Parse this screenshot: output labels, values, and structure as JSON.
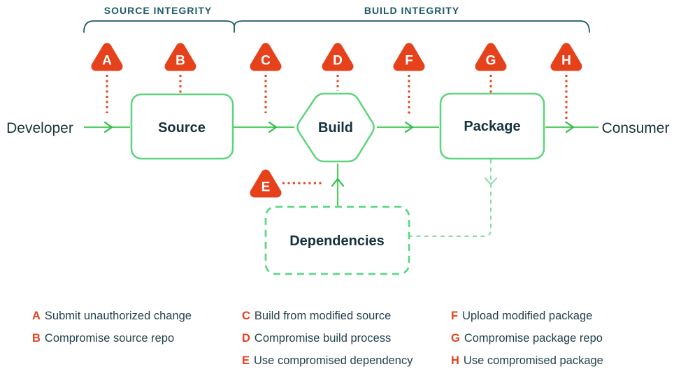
{
  "header": {
    "source_integrity": "SOURCE INTEGRITY",
    "build_integrity": "BUILD INTEGRITY"
  },
  "flow": {
    "developer": "Developer",
    "source": "Source",
    "build": "Build",
    "package": "Package",
    "consumer": "Consumer",
    "dependencies": "Dependencies"
  },
  "threats": [
    {
      "letter": "A",
      "description": "Submit unauthorized change"
    },
    {
      "letter": "B",
      "description": "Compromise source repo"
    },
    {
      "letter": "C",
      "description": "Build from modified source"
    },
    {
      "letter": "D",
      "description": "Compromise build process"
    },
    {
      "letter": "E",
      "description": "Use compromised dependency"
    },
    {
      "letter": "F",
      "description": "Upload modified package"
    },
    {
      "letter": "G",
      "description": "Compromise package repo"
    },
    {
      "letter": "H",
      "description": "Use compromised package"
    }
  ],
  "colors": {
    "threat_red": "#E5421C",
    "node_border_green": "#5CD47B",
    "flow_line_green": "#54CE62",
    "chevron_green": "#2FBD49",
    "dashed_light_green": "#82E09F",
    "dependencies_border_green": "#5FD787",
    "heading_teal": "#1E5A64",
    "text_dark": "#16323C",
    "legend_text": "#24424C"
  }
}
